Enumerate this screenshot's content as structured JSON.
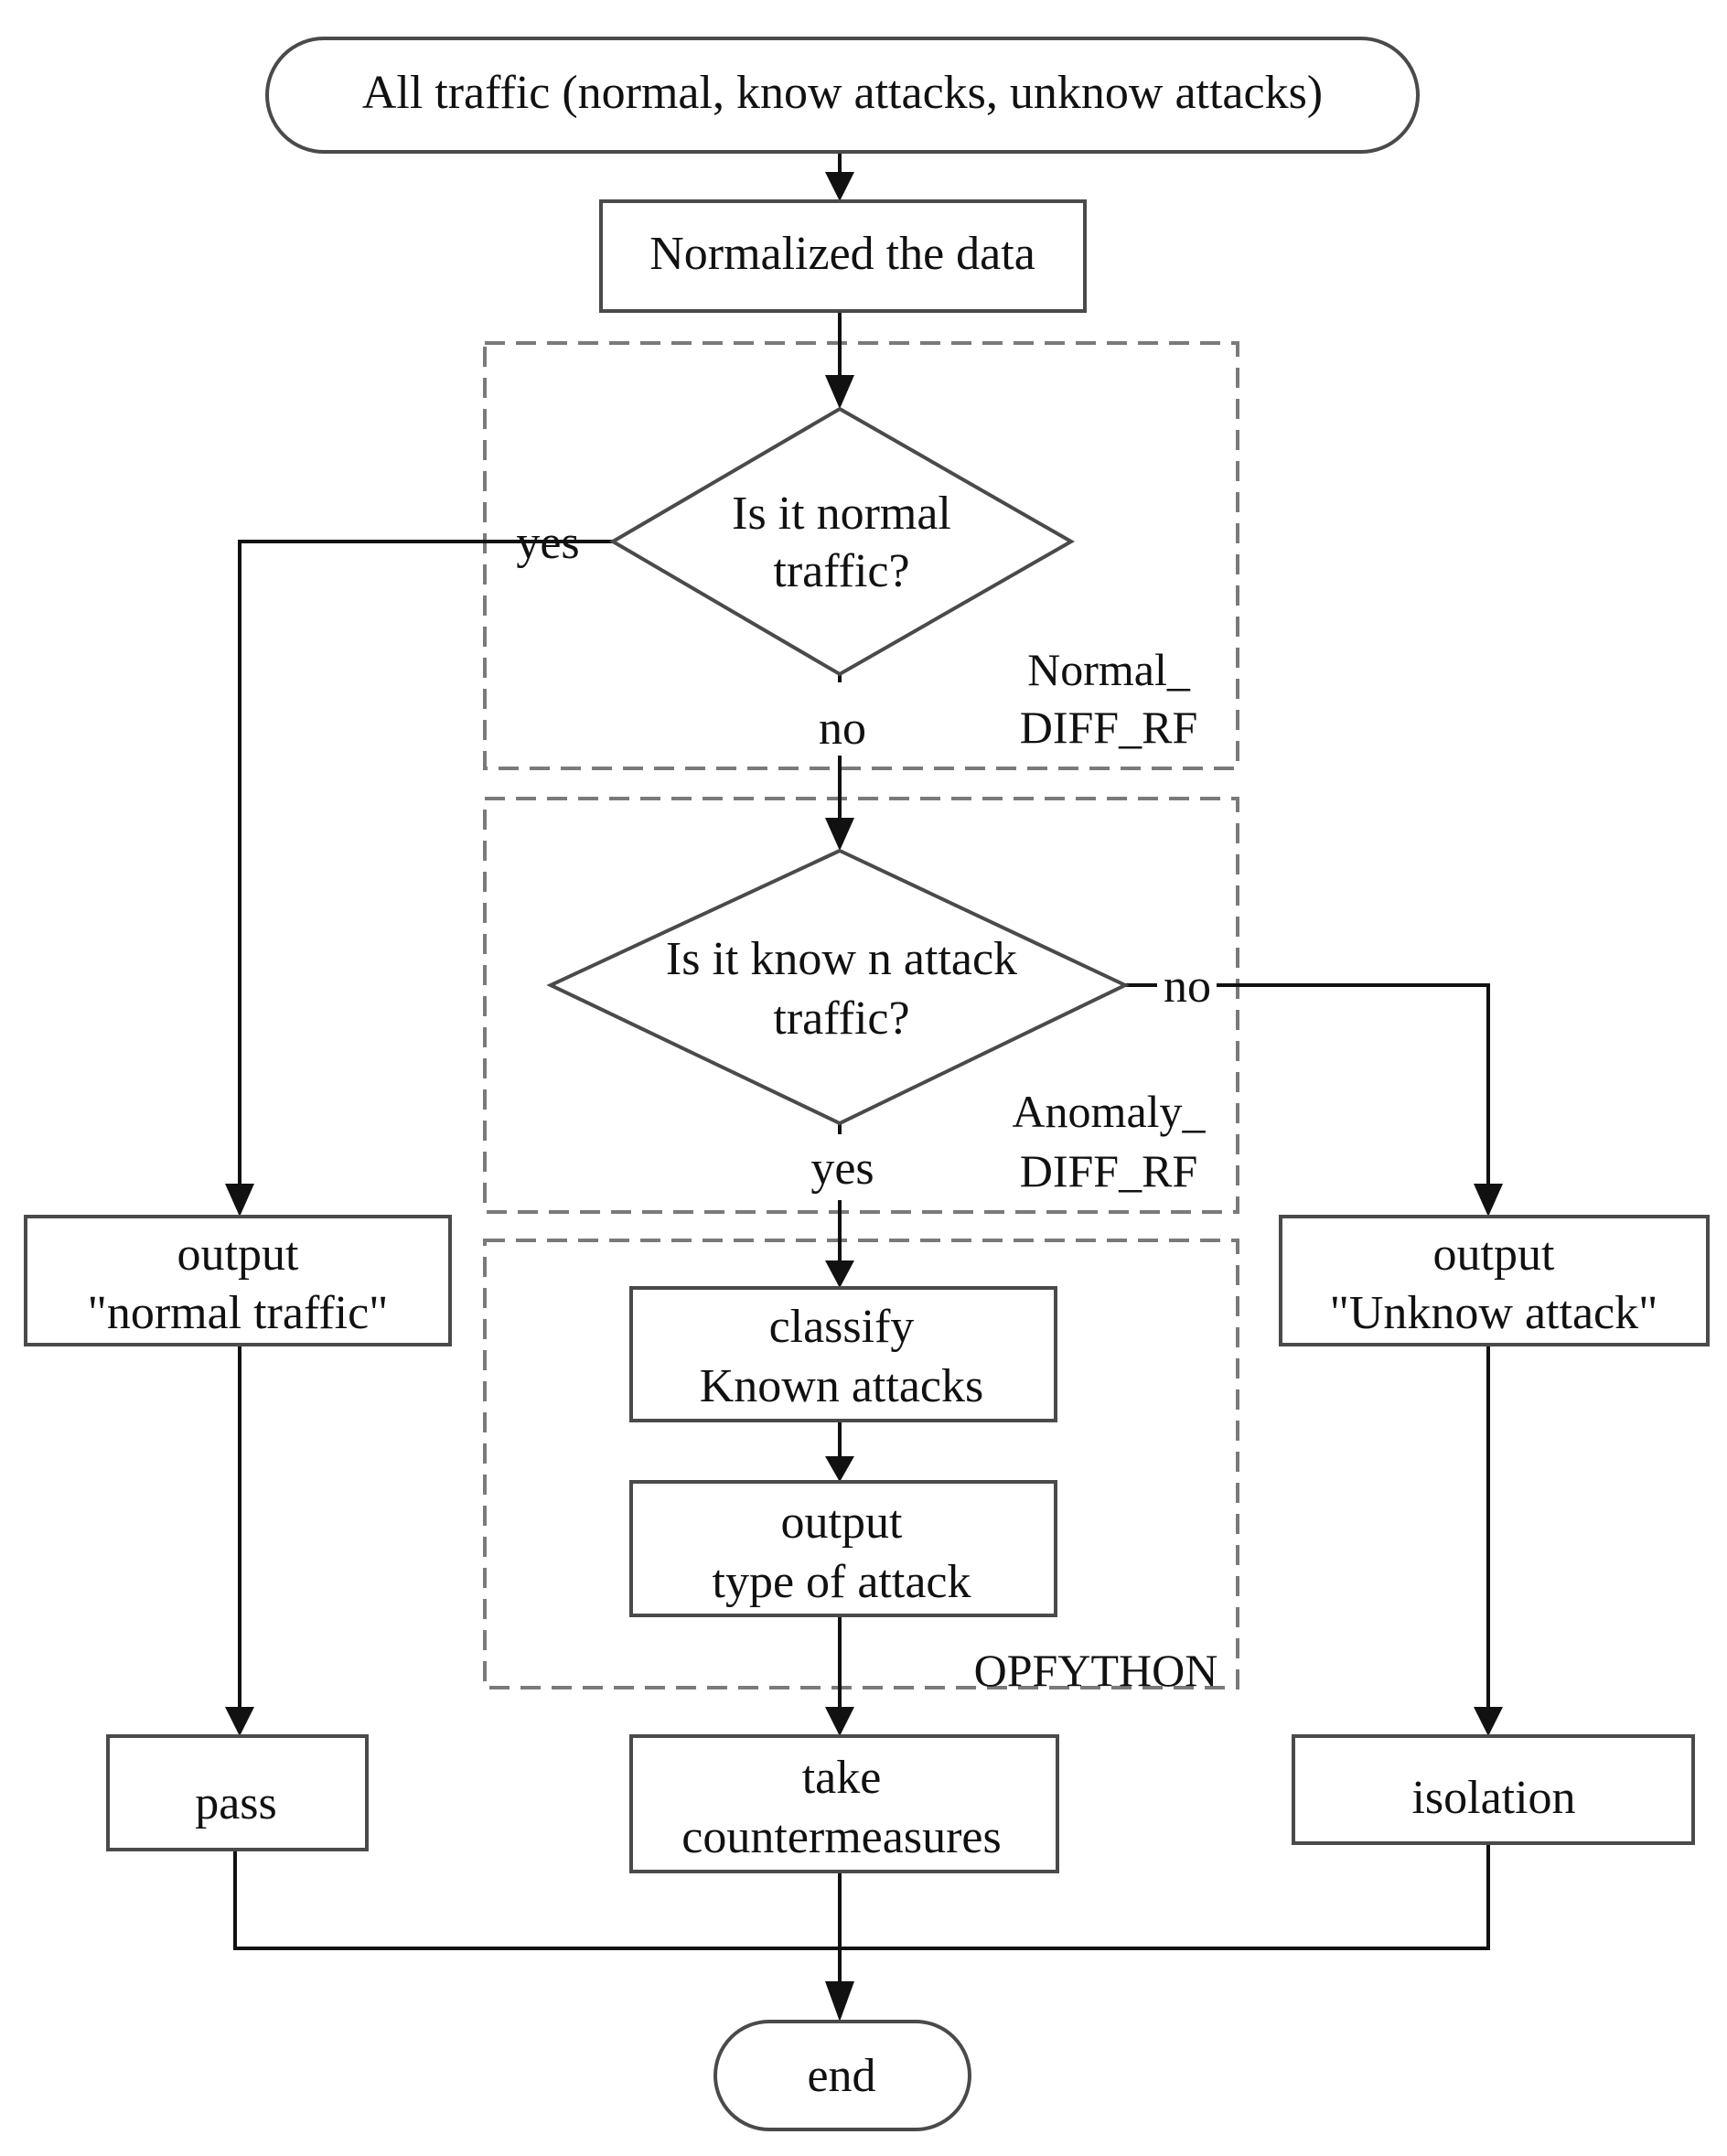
{
  "start": {
    "label": "All traffic (normal, know attacks, unknow attacks)"
  },
  "normalize": {
    "label": "Normalized the data"
  },
  "decision_normal": {
    "line1": "Is it normal",
    "line2": "traffic?",
    "yes_label": "yes",
    "no_label": "no"
  },
  "group_normal": {
    "line1": "Normal_",
    "line2": "DIFF_RF"
  },
  "decision_known": {
    "line1": "Is it know n attack",
    "line2": "traffic?",
    "yes_label": "yes",
    "no_label": "no"
  },
  "group_anomaly": {
    "line1": "Anomaly_",
    "line2": "DIFF_RF"
  },
  "output_normal": {
    "line1": "output",
    "line2": "\"normal traffic\""
  },
  "output_unknown": {
    "line1": "output",
    "line2": "\"Unknow attack\""
  },
  "classify": {
    "line1": "classify",
    "line2": "Known attacks"
  },
  "output_type": {
    "line1": "output",
    "line2": "type of attack"
  },
  "group_opf": {
    "label": "OPFYTHON"
  },
  "pass": {
    "label": "pass"
  },
  "countermeasures": {
    "line1": "take",
    "line2": "countermeasures"
  },
  "isolation": {
    "label": "isolation"
  },
  "end": {
    "label": "end"
  }
}
